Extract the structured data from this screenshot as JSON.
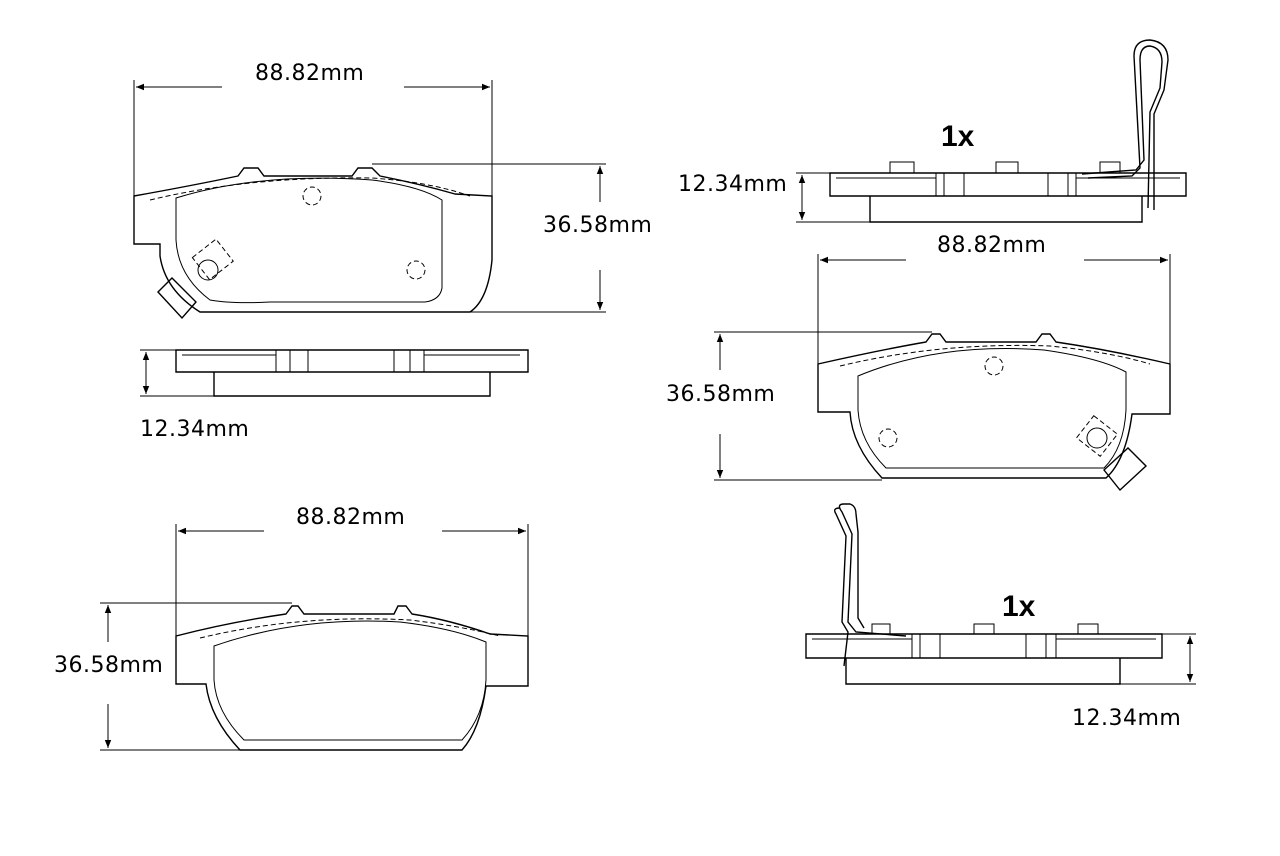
{
  "labels": {
    "width": "88.82mm",
    "height": "36.58mm",
    "thickness": "12.34mm",
    "quantity": "1x"
  },
  "colors": {
    "line": "#000000",
    "background": "#ffffff"
  }
}
